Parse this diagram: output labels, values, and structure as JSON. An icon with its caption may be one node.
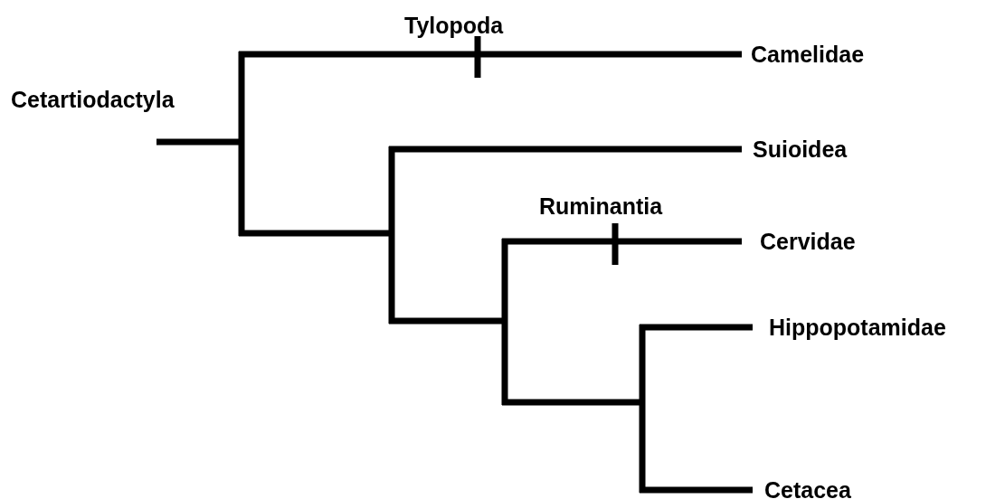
{
  "diagram": {
    "labels": [
      "Cetartiodactyla",
      "Tylopoda",
      "Camelidae",
      "Suioidea",
      "Ruminantia",
      "Cervidae",
      "Hippopotamidae",
      "Cetacea"
    ]
  }
}
